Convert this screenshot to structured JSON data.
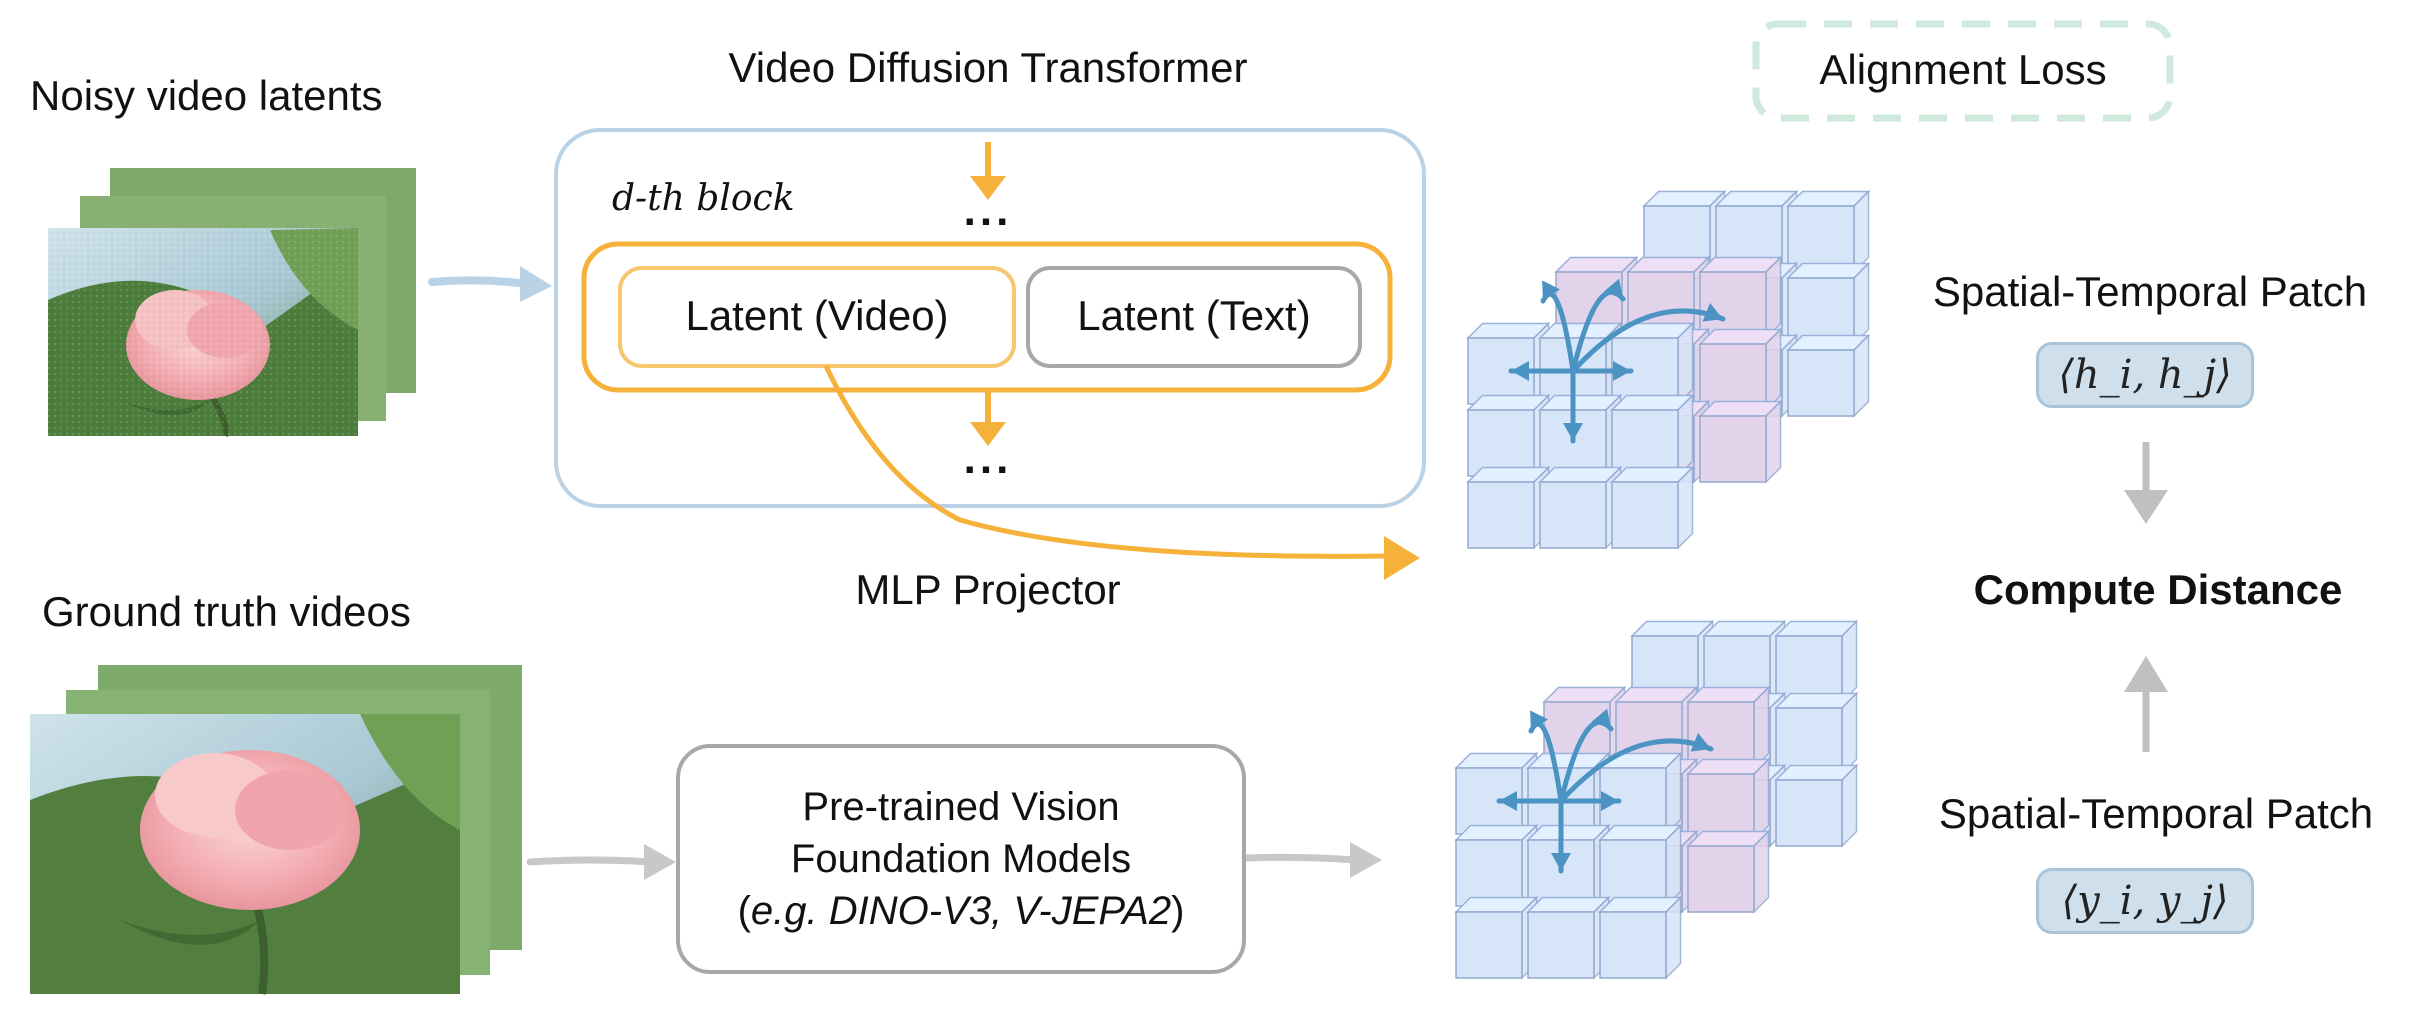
{
  "labels": {
    "noisy_latents": "Noisy video latents",
    "ground_truth": "Ground truth videos",
    "dit_title": "Video Diffusion Transformer",
    "block_label": "d-th block",
    "latent_video": "Latent (Video)",
    "latent_text": "Latent (Text)",
    "ellipsis_top": "...",
    "ellipsis_bottom": "...",
    "mlp_projector": "MLP Projector",
    "alignment_loss": "Alignment Loss",
    "stp_top": "Spatial-Temporal Patch",
    "stp_bottom": "Spatial-Temporal Patch",
    "compute_distance": "Compute Distance",
    "h_inner": "⟨h_i, h_j⟩",
    "y_inner": "⟨y_i, y_j⟩",
    "vfm_line1": "Pre-trained Vision",
    "vfm_line2": "Foundation Models",
    "vfm_line3_open": "(",
    "vfm_line3_italic": "e.g. DINO-V3, V-JEPA2",
    "vfm_line3_close": ")"
  },
  "colors": {
    "orange": "#f5b13a",
    "blue_outline": "#b9d2e6",
    "gray_outline": "#a8a8a8",
    "green_dashed": "#cfe9dc",
    "cube_blue": "#d7e5f8",
    "cube_purple": "#e3d3ea",
    "arrow_blue": "#4b93c3",
    "pill_fill": "#cfe0ec"
  }
}
